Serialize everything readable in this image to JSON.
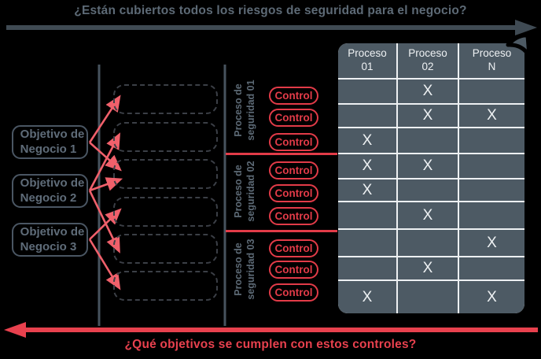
{
  "top": {
    "question": "¿Están cubiertos todos los riesgos de seguridad para el negocio?"
  },
  "bottom": {
    "question": "¿Qué objetivos se cumplen con estos controles?"
  },
  "objectives": [
    {
      "lines": [
        "Objetivo de",
        "Negocio 1"
      ]
    },
    {
      "lines": [
        "Objetivo de",
        "Negocio 2"
      ]
    },
    {
      "lines": [
        "Objetivo de",
        "Negocio 3"
      ]
    }
  ],
  "dashed_box_count": 6,
  "connections": [
    {
      "from_objective": 1,
      "to_box": 1
    },
    {
      "from_objective": 1,
      "to_box": 3
    },
    {
      "from_objective": 2,
      "to_box": 2
    },
    {
      "from_objective": 2,
      "to_box": 3
    },
    {
      "from_objective": 2,
      "to_box": 5
    },
    {
      "from_objective": 3,
      "to_box": 4
    },
    {
      "from_objective": 3,
      "to_box": 6
    }
  ],
  "process_groups": [
    {
      "label_lines": [
        "Proceso de",
        "seguridad 01"
      ],
      "controls": [
        "Control",
        "Control",
        "Control"
      ]
    },
    {
      "label_lines": [
        "Proceso de",
        "seguridad 02"
      ],
      "controls": [
        "Control",
        "Control",
        "Control"
      ]
    },
    {
      "label_lines": [
        "Proceso de",
        "seguridad 03"
      ],
      "controls": [
        "Control",
        "Control",
        "Control"
      ]
    }
  ],
  "matrix": {
    "columns": [
      [
        "Proceso",
        "01"
      ],
      [
        "Proceso",
        "02"
      ],
      [
        "Proceso",
        "N"
      ]
    ],
    "rows": [
      [
        "",
        "X",
        ""
      ],
      [
        "",
        "X",
        "X"
      ],
      [
        "X",
        "",
        ""
      ],
      [
        "X",
        "X",
        ""
      ],
      [
        "X",
        "",
        ""
      ],
      [
        "",
        "X",
        ""
      ],
      [
        "",
        "",
        "X"
      ],
      [
        "",
        "X",
        ""
      ],
      [
        "X",
        "",
        "X"
      ]
    ],
    "mark": "X"
  },
  "colors": {
    "background": "#000000",
    "top_text": "#5d6a76",
    "top_arrow": "#3f4a53",
    "guide_line": "#47535e",
    "objective_border": "#4a5663",
    "objective_text": "#5f6c79",
    "dashed_border": "#3b3f46",
    "connector_red": "#f0606b",
    "control_red": "#e23b48",
    "separator_red": "#e23b48",
    "bottom_red": "#e8414e",
    "table_bg": "#4d5a64",
    "table_grid": "#edf0f2",
    "table_text": "#eef1f3"
  }
}
